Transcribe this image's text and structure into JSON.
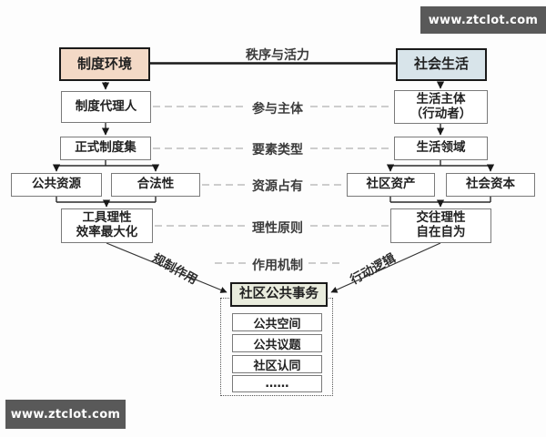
{
  "watermarks": {
    "top_right": "www.ztclot.com",
    "bottom_left": "www.ztclot.com",
    "bar_color": "#595959",
    "text_color": "#ffffff"
  },
  "colors": {
    "institution_env_bg": "#f3d9c6",
    "social_life_bg": "#d8e4ea",
    "community_affairs_bg": "#e9ecdd",
    "box_border": "#7a7a7a",
    "root_border": "#1a1a1a",
    "dash_line": "#bdbdbd",
    "solid_line": "#2a2a2a"
  },
  "edge_labels": {
    "top": "秩序与活力",
    "left_diagonal": "规制作用",
    "right_diagonal": "行动逻辑"
  },
  "center_labels": [
    "参与主体",
    "要素类型",
    "资源占有",
    "理性原则",
    "作用机制"
  ],
  "left_column": {
    "root": "制度环境",
    "agent": "制度代理人",
    "formal_set": "正式制度集",
    "public_resources": "公共资源",
    "legitimacy": "合法性",
    "rationality": "工具理性\n效率最大化"
  },
  "right_column": {
    "root": "社会生活",
    "subject": "生活主体\n（行动者）",
    "domain": "生活领域",
    "community_assets": "社区资产",
    "social_capital": "社会资本",
    "rationality": "交往理性\n自在自为"
  },
  "bottom": {
    "hub": "社区公共事务",
    "items": [
      "公共空间",
      "公共议题",
      "社区认同",
      "……"
    ]
  }
}
